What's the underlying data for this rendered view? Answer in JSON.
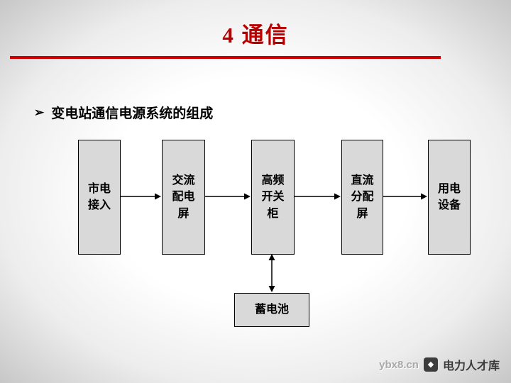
{
  "slide": {
    "title": "4 通信",
    "heading": {
      "marker": "➢",
      "text": "变电站通信电源系统的组成"
    },
    "accent_color": "#cc0000",
    "box_fill_color": "#d9d9d9"
  },
  "diagram": {
    "boxes": [
      {
        "label": "市电\n接入"
      },
      {
        "label": "交流\n配电\n屏"
      },
      {
        "label": "高频\n开关\n柜"
      },
      {
        "label": "直流\n分配\n屏"
      },
      {
        "label": "用电\n设备"
      }
    ],
    "battery": {
      "label": "蓄电池"
    }
  },
  "watermark": {
    "url": "ybx8.cn",
    "brand": "电力人才库",
    "logo_glyph": "◆"
  }
}
